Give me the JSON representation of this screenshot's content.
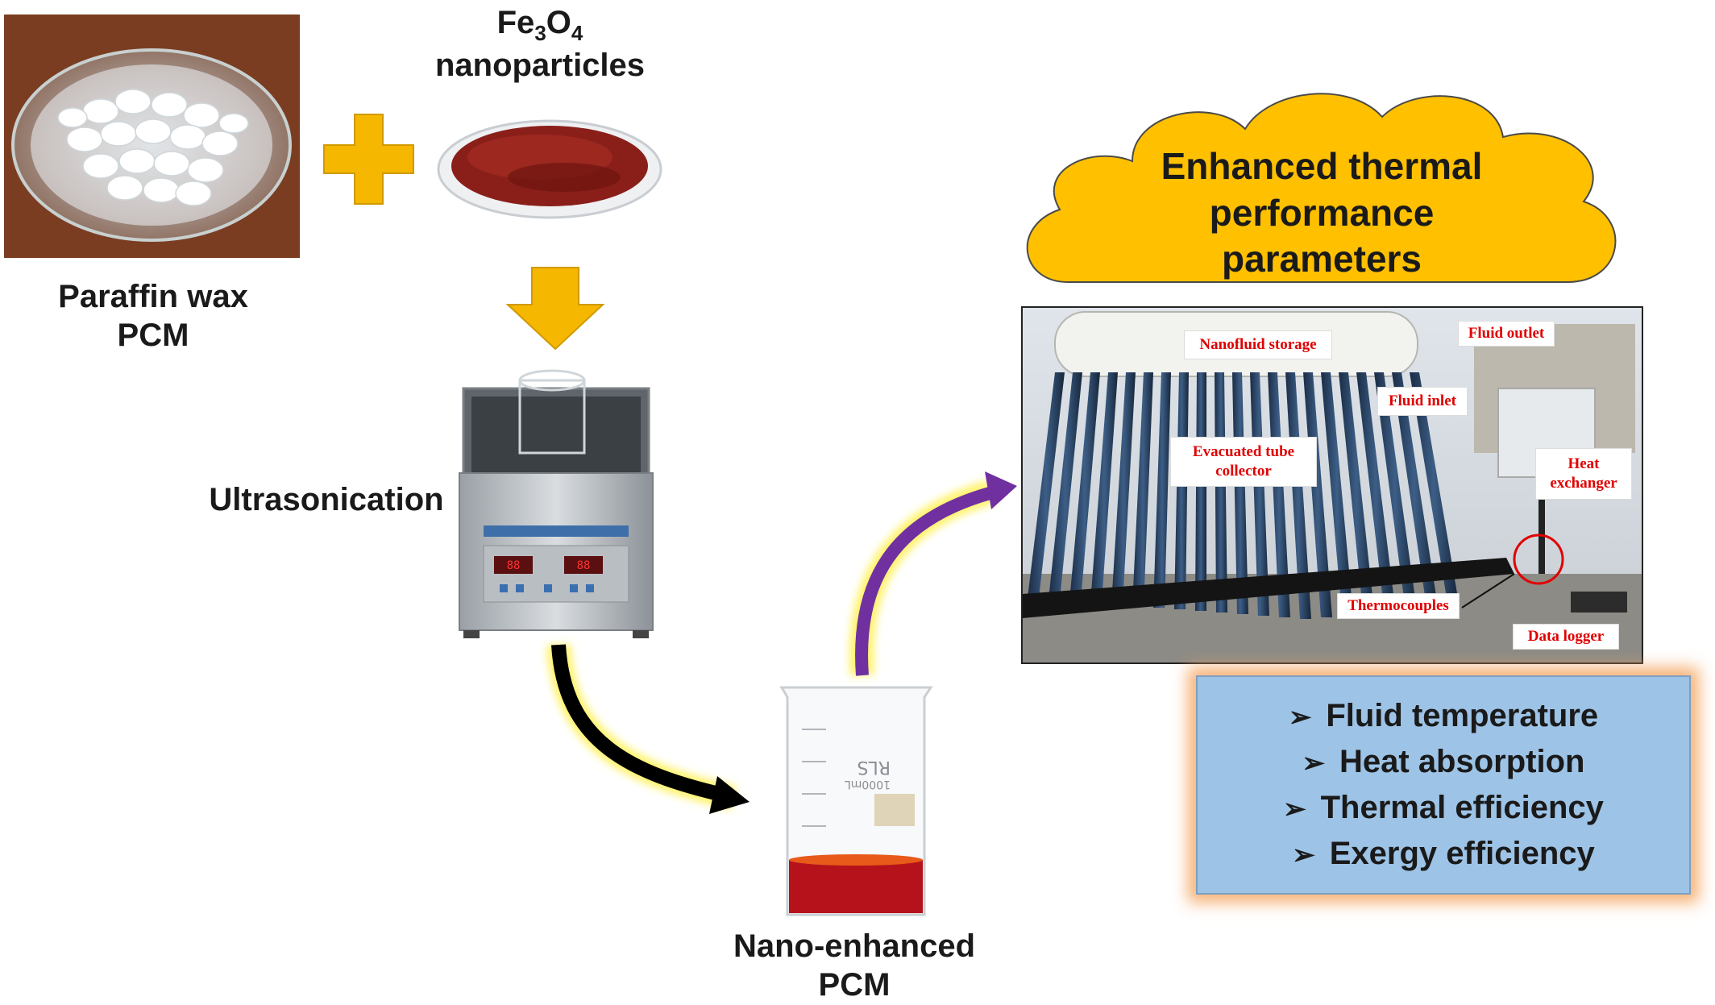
{
  "inputs": {
    "paraffin_label_line1": "Paraffin wax",
    "paraffin_label_line2": "PCM",
    "fe_label_main": "Fe",
    "fe_label_sub1": "3",
    "fe_label_o": "O",
    "fe_label_sub2": "4",
    "fe_label_line2": "nanoparticles"
  },
  "process": {
    "ultrasonication_label": "Ultrasonication",
    "product_label_line1": "Nano-enhanced",
    "product_label_line2": "PCM",
    "beaker_brand": "RLS",
    "beaker_volume": "1000mL"
  },
  "outcome": {
    "cloud_line1": "Enhanced thermal",
    "cloud_line2": "performance",
    "cloud_line3": "parameters"
  },
  "setup_photo": {
    "labels": {
      "nanofluid_storage": "Nanofluid storage",
      "fluid_outlet": "Fluid outlet",
      "fluid_inlet": "Fluid inlet",
      "evacuated_line1": "Evacuated tube",
      "evacuated_line2": "collector",
      "heat_line1": "Heat",
      "heat_line2": "exchanger",
      "thermocouples": "Thermocouples",
      "data_logger": "Data logger"
    }
  },
  "parameters": {
    "bullet": "➢",
    "items": [
      "Fluid temperature",
      "Heat absorption",
      "Thermal efficiency",
      "Exergy efficiency"
    ]
  },
  "colors": {
    "arrow_yellow": "#f5b700",
    "arrow_black": "#000000",
    "arrow_purple": "#7030a0",
    "cloud_fill": "#ffc000",
    "param_box": "#9dc3e6",
    "photo_label_red": "#e00000"
  },
  "icons": {
    "plus": "plus-icon",
    "down_arrow": "down-arrow-icon",
    "curved_black_arrow": "curved-arrow-icon",
    "curved_purple_arrow": "curved-arrow-icon"
  }
}
